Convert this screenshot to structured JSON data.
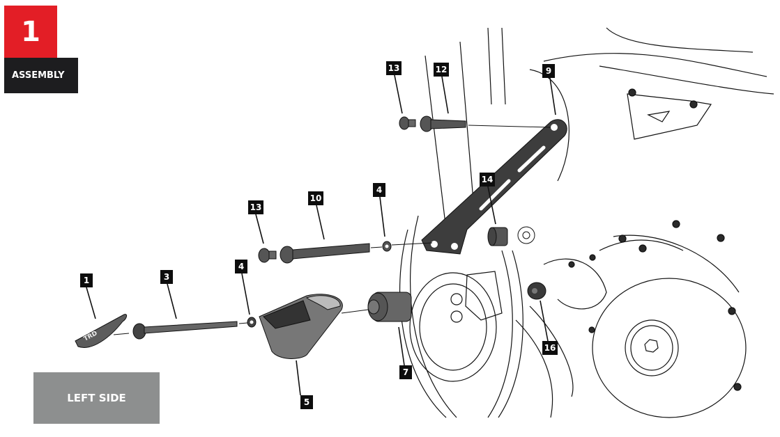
{
  "step": {
    "number": "1",
    "title": "ASSEMBLY",
    "accent_color": "#e31e26",
    "title_bg_color": "#1d1d1f"
  },
  "side_label": "LEFT SIDE",
  "part_callouts": [
    {
      "id": "c1",
      "label": "1",
      "part": "slider-cap-logo"
    },
    {
      "id": "c3",
      "label": "3",
      "part": "long-bolt"
    },
    {
      "id": "c4a",
      "label": "4",
      "part": "washer"
    },
    {
      "id": "c5",
      "label": "5",
      "part": "slider-body"
    },
    {
      "id": "c7",
      "label": "7",
      "part": "spacer"
    },
    {
      "id": "c13a",
      "label": "13",
      "part": "cap"
    },
    {
      "id": "c10",
      "label": "10",
      "part": "bolt"
    },
    {
      "id": "c4b",
      "label": "4",
      "part": "washer"
    },
    {
      "id": "c13b",
      "label": "13",
      "part": "cap"
    },
    {
      "id": "c12",
      "label": "12",
      "part": "bolt"
    },
    {
      "id": "c9",
      "label": "9",
      "part": "bracket"
    },
    {
      "id": "c14",
      "label": "14",
      "part": "spacer"
    },
    {
      "id": "c16",
      "label": "16",
      "part": "nut"
    }
  ],
  "logo_text": "TRD",
  "colors": {
    "part_fill": "#5c5c5c",
    "part_dark": "#3a3a3a",
    "line": "#111111",
    "side_label_bg": "#8d8f8f"
  }
}
